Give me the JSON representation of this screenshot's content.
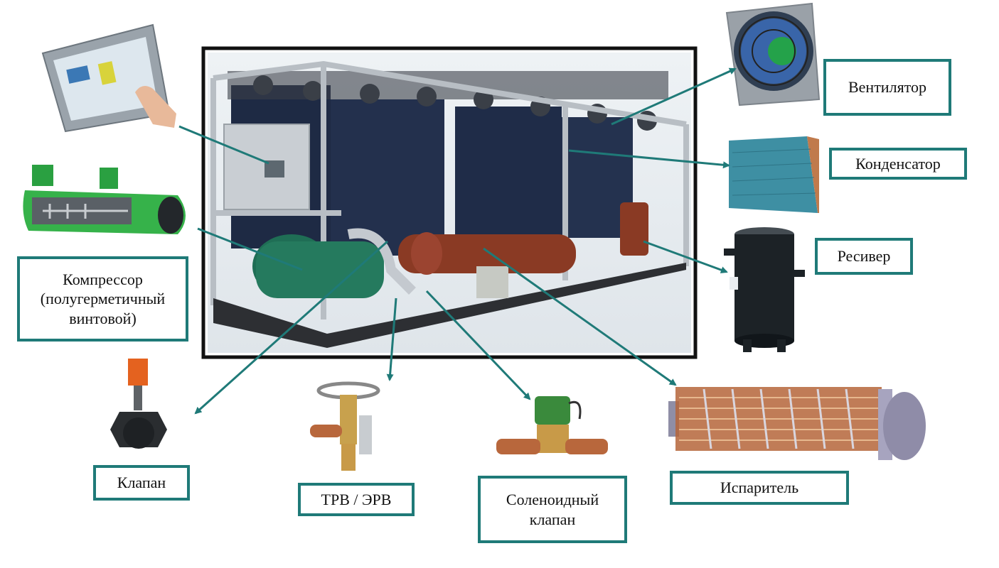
{
  "labels": {
    "fan": "Вентилятор",
    "condenser": "Конденсатор",
    "receiver": "Ресивер",
    "compressor": "Компрессор\n(полугерметичный\nвинтовой)",
    "valve": "Клапан",
    "trv": "ТРВ / ЭРВ",
    "solenoid": "Соленоидный\nклапан",
    "evaporator": "Испаритель"
  },
  "colors": {
    "accent": "#1f7a78",
    "frame": "#111111"
  }
}
